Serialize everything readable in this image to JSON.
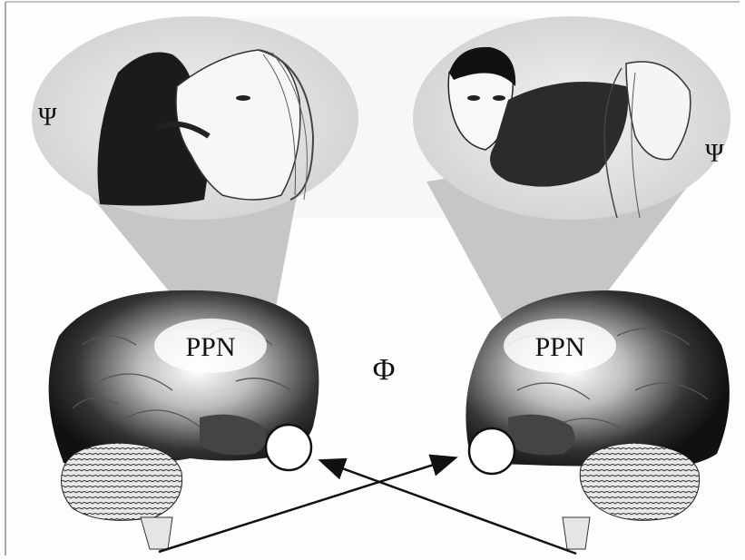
{
  "figure": {
    "left_hemisphere": {
      "region_label": "PPN",
      "thought_symbol": "Ψ"
    },
    "right_hemisphere": {
      "region_label": "PPN",
      "thought_symbol": "Ψ"
    },
    "center_symbol": "Φ",
    "colors": {
      "brain_dark": "#1a1a1a",
      "brain_highlight": "#f2f2f2",
      "cone": "#c8c8c8",
      "bubble": "#dcdcdc",
      "ink": "#111111"
    },
    "icons": [
      "brain-illustration",
      "eye-illustration",
      "thought-bubble",
      "arrow"
    ]
  }
}
